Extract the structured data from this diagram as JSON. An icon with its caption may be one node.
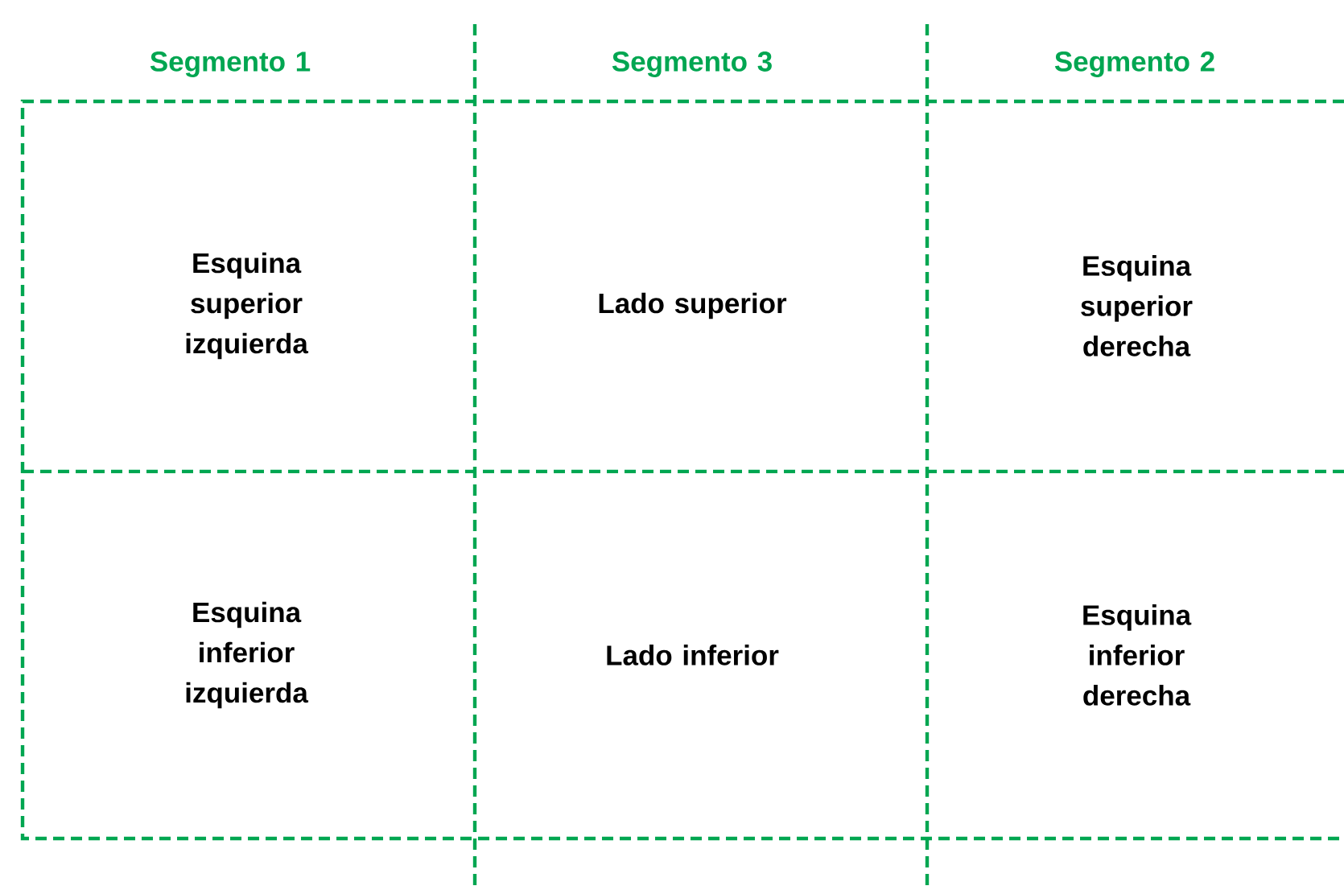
{
  "diagram": {
    "labels": [
      "Segmento 1",
      "Segmento 3",
      "Segmento 2",
      "Esquina superior izquierda",
      "Lado superior",
      "Esquina superior derecha",
      "Esquina inferior izquierda",
      "Lado inferior",
      "Esquina inferior derecha"
    ]
  }
}
